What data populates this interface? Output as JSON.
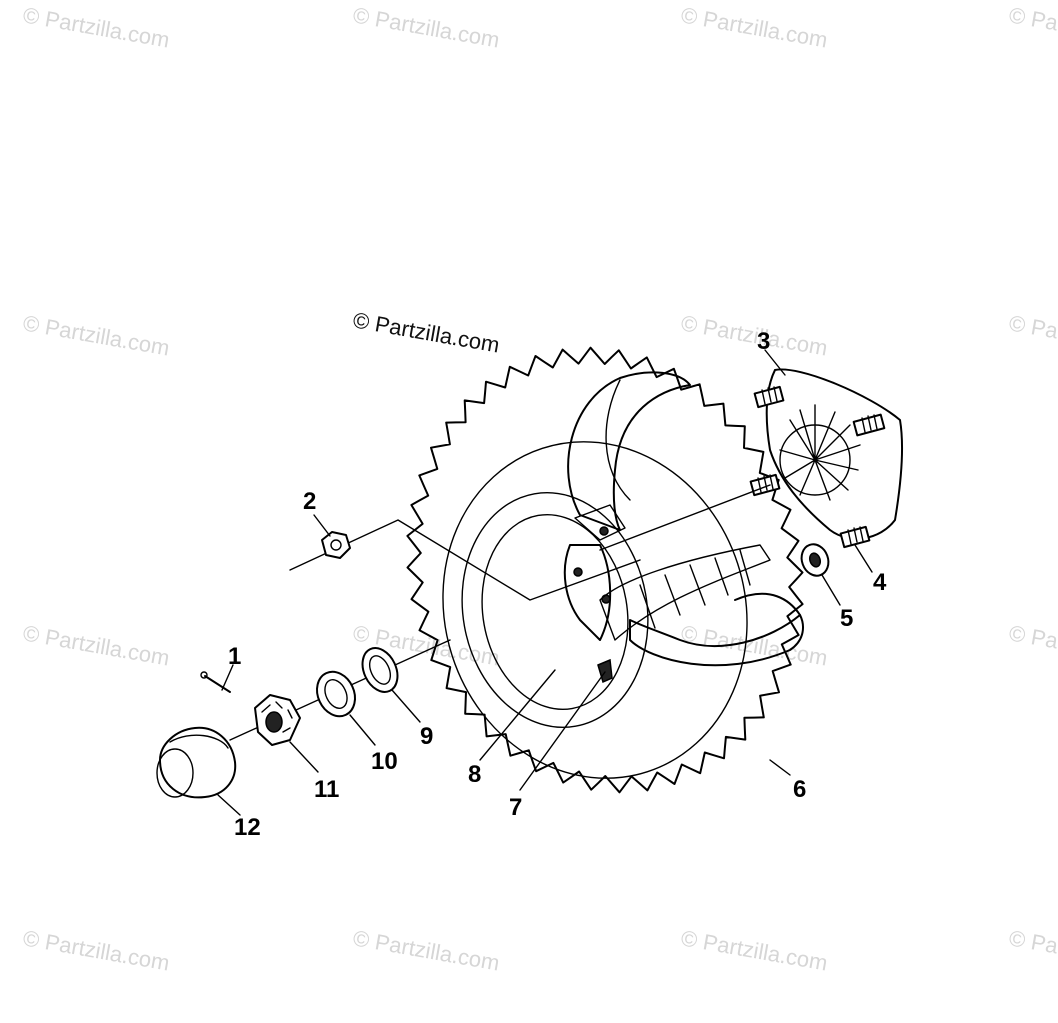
{
  "watermark": {
    "text": "© Partzilla.com",
    "center_text": "© Partzilla.com"
  },
  "parts": [
    {
      "number": "1"
    },
    {
      "number": "2"
    },
    {
      "number": "3"
    },
    {
      "number": "4"
    },
    {
      "number": "5"
    },
    {
      "number": "6"
    },
    {
      "number": "7"
    },
    {
      "number": "8"
    },
    {
      "number": "9"
    },
    {
      "number": "10"
    },
    {
      "number": "11"
    },
    {
      "number": "12"
    }
  ]
}
